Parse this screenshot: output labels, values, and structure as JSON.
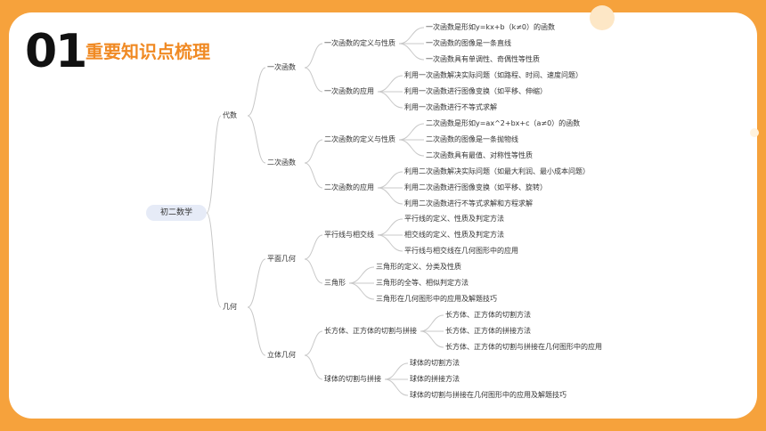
{
  "header": {
    "section_number": "01",
    "section_title": "重要知识点梳理"
  },
  "mindmap": {
    "root": "初二数学",
    "algebra": {
      "label": "代数",
      "linear": {
        "label": "一次函数",
        "definition": {
          "label": "一次函数的定义与性质",
          "items": [
            "一次函数是形如y=kx+b（k≠0）的函数",
            "一次函数的图像是一条直线",
            "一次函数具有单调性、奇偶性等性质"
          ]
        },
        "application": {
          "label": "一次函数的应用",
          "items": [
            "利用一次函数解决实际问题（如路程、时间、速度问题）",
            "利用一次函数进行图像变换（如平移、伸缩）",
            "利用一次函数进行不等式求解"
          ]
        }
      },
      "quadratic": {
        "label": "二次函数",
        "definition": {
          "label": "二次函数的定义与性质",
          "items": [
            "二次函数是形如y=ax^2+bx+c（a≠0）的函数",
            "二次函数的图像是一条抛物线",
            "二次函数具有最值、对称性等性质"
          ]
        },
        "application": {
          "label": "二次函数的应用",
          "items": [
            "利用二次函数解决实际问题（如最大利润、最小成本问题）",
            "利用二次函数进行图像变换（如平移、旋转）",
            "利用二次函数进行不等式求解和方程求解"
          ]
        }
      }
    },
    "geometry": {
      "label": "几何",
      "plane": {
        "label": "平面几何",
        "parallel": {
          "label": "平行线与相交线",
          "items": [
            "平行线的定义、性质及判定方法",
            "相交线的定义、性质及判定方法",
            "平行线与相交线在几何图形中的应用"
          ]
        },
        "triangle": {
          "label": "三角形",
          "items": [
            "三角形的定义、分类及性质",
            "三角形的全等、相似判定方法",
            "三角形在几何图形中的应用及解题技巧"
          ]
        }
      },
      "solid": {
        "label": "立体几何",
        "cuboid": {
          "label": "长方体、正方体的切割与拼接",
          "items": [
            "长方体、正方体的切割方法",
            "长方体、正方体的拼接方法",
            "长方体、正方体的切割与拼接在几何图形中的应用"
          ]
        },
        "sphere": {
          "label": "球体的切割与拼接",
          "items": [
            "球体的切割方法",
            "球体的拼接方法",
            "球体的切割与拼接在几何图形中的应用及解题技巧"
          ]
        }
      }
    }
  }
}
